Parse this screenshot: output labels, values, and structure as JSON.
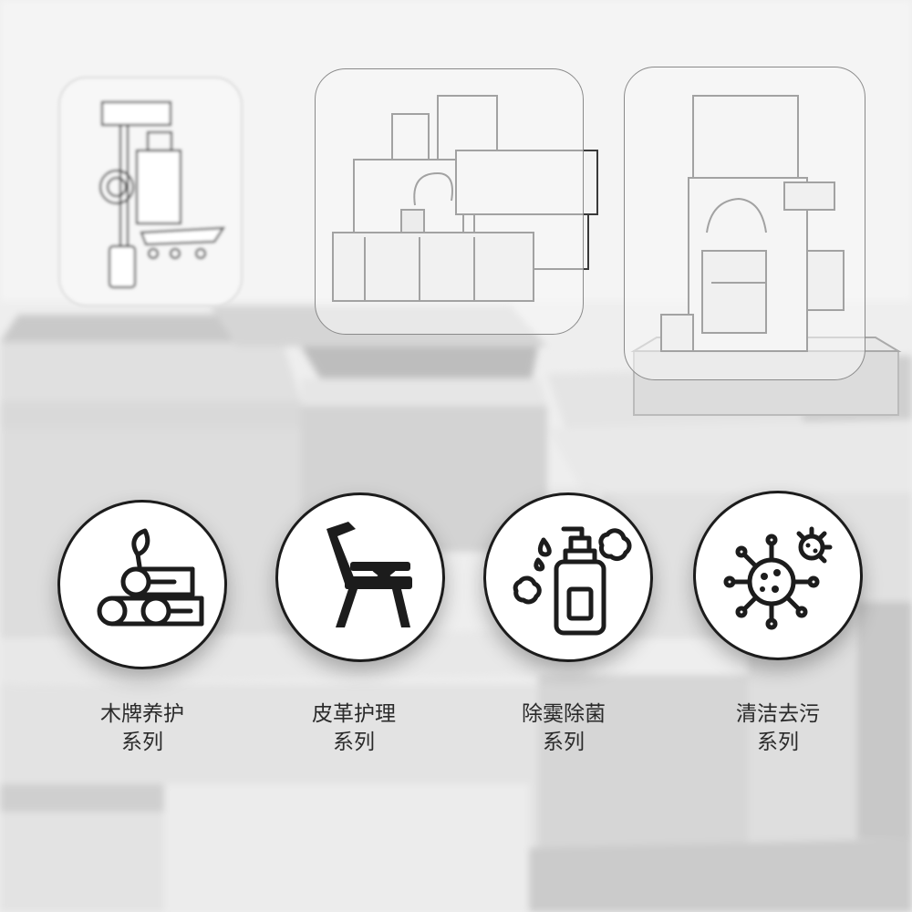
{
  "categories": [
    {
      "id": "wood-care",
      "line1": "木牌养护",
      "line2": "系列",
      "icon": "logs-leaf-icon"
    },
    {
      "id": "leather-care",
      "line1": "皮革护理",
      "line2": "系列",
      "icon": "armchair-icon"
    },
    {
      "id": "deodorize-sterilize",
      "line1": "除霙除菌",
      "line2": "系列",
      "icon": "spray-bottle-icon"
    },
    {
      "id": "cleaning",
      "line1": "清洁去污",
      "line2": "系列",
      "icon": "virus-icon"
    }
  ],
  "colors": {
    "icon_stroke": "#1c1c1c",
    "caption_text": "#2a2a2a",
    "background": "#ececec"
  }
}
